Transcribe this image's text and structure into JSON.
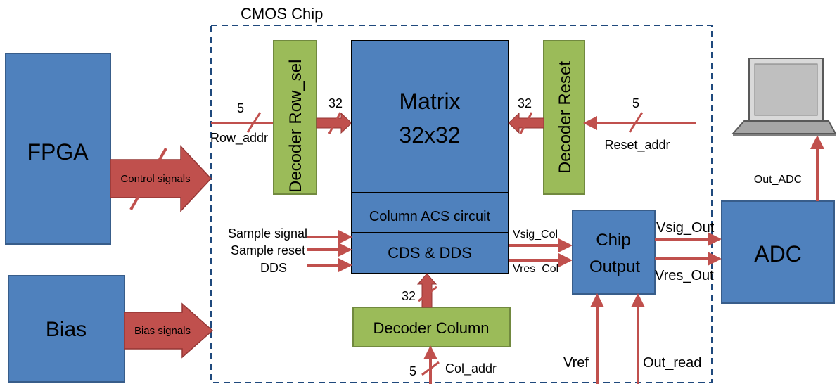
{
  "chip": {
    "title": "CMOS Chip"
  },
  "blocks": {
    "fpga": "FPGA",
    "bias": "Bias",
    "matrix_line1": "Matrix",
    "matrix_line2": "32x32",
    "column_acs": "Column ACS circuit",
    "cds_dds": "CDS & DDS",
    "decoder_row": "Decoder Row_sel",
    "decoder_reset": "Decoder Reset",
    "decoder_column": "Decoder Column",
    "chip_output_line1": "Chip",
    "chip_output_line2": "Output",
    "adc": "ADC"
  },
  "signals": {
    "control_signals": "Control signals",
    "bias_signals": "Bias signals",
    "row_addr": "Row_addr",
    "row_addr_bits": "5",
    "row_sel_bits": "32",
    "reset_sel_bits": "32",
    "reset_addr_bits": "5",
    "reset_addr": "Reset_addr",
    "sample_signal": "Sample signal",
    "sample_reset": "Sample reset",
    "dds": "DDS",
    "vsig_col": "Vsig_Col",
    "vres_col": "Vres_Col",
    "vsig_out": "Vsig_Out",
    "vres_out": "Vres_Out",
    "column_bits": "32",
    "col_addr_bits": "5",
    "col_addr": "Col_addr",
    "vref": "Vref",
    "out_read": "Out_read",
    "out_adc": "Out_ADC"
  },
  "colors": {
    "block_blue": "#4f81bd",
    "block_green": "#9bbb59",
    "arrow_red": "#c0504d",
    "chip_border": "#1f497d"
  },
  "icons": {
    "laptop": "laptop-icon"
  }
}
